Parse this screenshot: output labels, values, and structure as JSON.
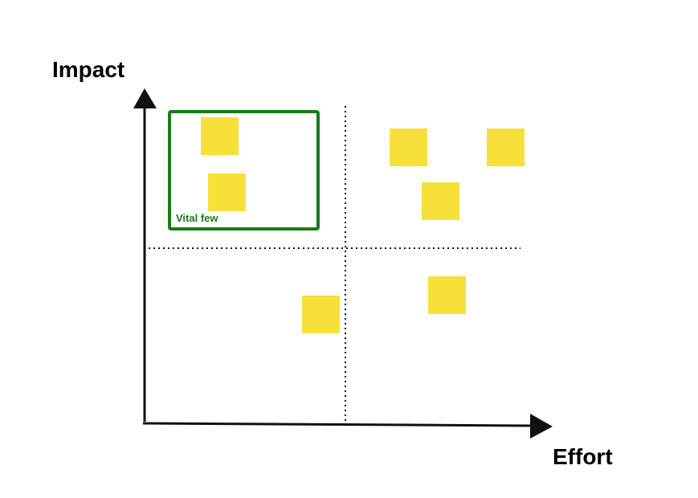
{
  "axes": {
    "y_label": "Impact",
    "x_label": "Effort"
  },
  "highlight": {
    "label": "Vital few",
    "color": "#1a7a1a"
  },
  "note_color": "#f7e03a",
  "notes": [
    {
      "quadrant": "high-impact-low-effort"
    },
    {
      "quadrant": "high-impact-low-effort"
    },
    {
      "quadrant": "high-impact-high-effort"
    },
    {
      "quadrant": "high-impact-high-effort"
    },
    {
      "quadrant": "high-impact-high-effort"
    },
    {
      "quadrant": "low-impact-low-effort"
    },
    {
      "quadrant": "low-impact-high-effort"
    }
  ]
}
